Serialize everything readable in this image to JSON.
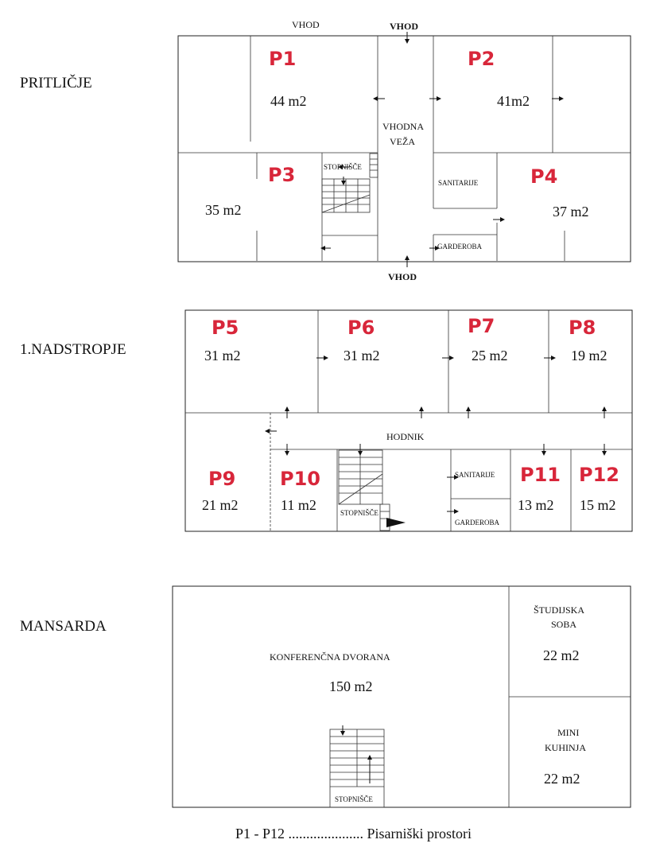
{
  "floors": {
    "ground": "PRITLIČJE",
    "first": "1.NADSTROPJE",
    "attic": "MANSARDA"
  },
  "ground": {
    "entrance_top_left": "VHOD",
    "entrance_top": "VHOD",
    "entrance_bottom": "VHOD",
    "hall_line1": "VHODNA",
    "hall_line2": "VEŽA",
    "stairs": "STOPNIŠČE",
    "sanitary": "SANITARIJE",
    "wardrobe": "GARDEROBA",
    "p1": {
      "name": "P1",
      "area": "44 m2"
    },
    "p2": {
      "name": "P2",
      "area": "41m2"
    },
    "p3": {
      "name": "P3",
      "area": "35 m2"
    },
    "p4": {
      "name": "P4",
      "area": "37 m2"
    }
  },
  "first": {
    "corridor": "HODNIK",
    "stairs": "STOPNIŠČE",
    "sanitary": "SANITARIJE",
    "wardrobe": "GARDEROBA",
    "p5": {
      "name": "P5",
      "area": "31 m2"
    },
    "p6": {
      "name": "P6",
      "area": "31 m2"
    },
    "p7": {
      "name": "P7",
      "area": "25 m2"
    },
    "p8": {
      "name": "P8",
      "area": "19 m2"
    },
    "p9": {
      "name": "P9",
      "area": "21 m2"
    },
    "p10": {
      "name": "P10",
      "area": "11 m2"
    },
    "p11": {
      "name": "P11",
      "area": "13 m2"
    },
    "p12": {
      "name": "P12",
      "area": "15 m2"
    }
  },
  "attic": {
    "conference": "KONFERENČNA DVORANA",
    "conference_area": "150 m2",
    "study_line1": "ŠTUDIJSKA",
    "study_line2": "SOBA",
    "study_area": "22 m2",
    "kitchen_line1": "MINI",
    "kitchen_line2": "KUHINJA",
    "kitchen_area": "22 m2",
    "stairs": "STOPNIŠČE"
  },
  "legend": "P1 - P12 ..................... Pisarniški prostori",
  "colors": {
    "room_label": "#d8263a",
    "lines": "#222222"
  }
}
